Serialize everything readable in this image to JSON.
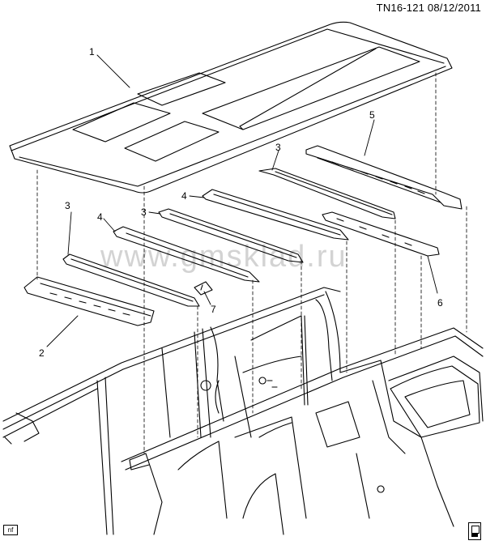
{
  "header": {
    "doc_code": "TN16-121  08/12/2011"
  },
  "watermark": {
    "text": "www.gmsklad.ru"
  },
  "callouts": {
    "c1": "1",
    "c2": "2",
    "c3a": "3",
    "c3b": "3",
    "c3c": "3",
    "c4a": "4",
    "c4b": "4",
    "c5": "5",
    "c6": "6",
    "c7": "7"
  },
  "footer": {
    "stamp": "nf"
  },
  "icons": {
    "corner": "book-icon"
  }
}
